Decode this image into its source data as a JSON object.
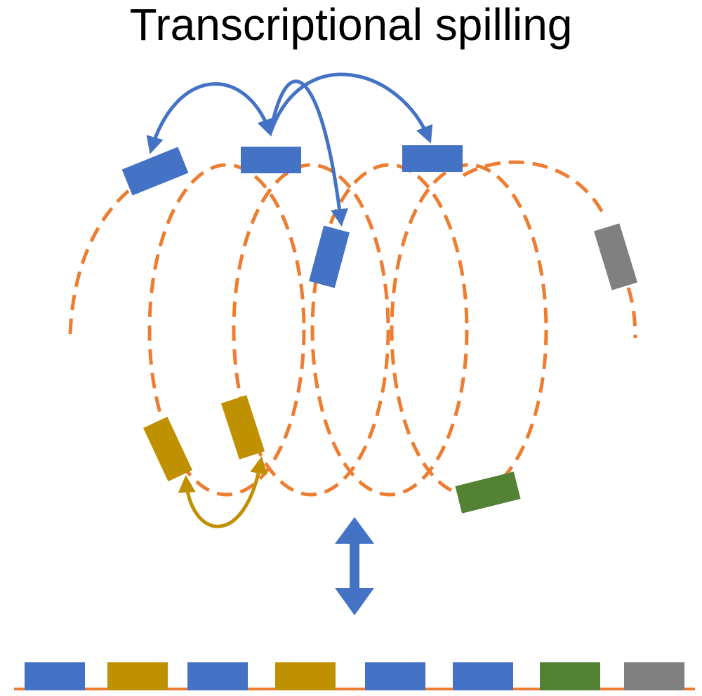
{
  "title": "Transcriptional spilling",
  "colors": {
    "background": "#ffffff",
    "chromatin": "#ED7D31",
    "gene_blue": "#4472C4",
    "gene_gold": "#BF9000",
    "gene_green": "#548235",
    "gene_gray": "#808080",
    "arrow_blue": "#4472C4",
    "arrow_gold": "#BF9000"
  },
  "linear_track_genes": [
    "blue",
    "gold",
    "blue",
    "gold",
    "blue",
    "blue",
    "green",
    "gray"
  ]
}
